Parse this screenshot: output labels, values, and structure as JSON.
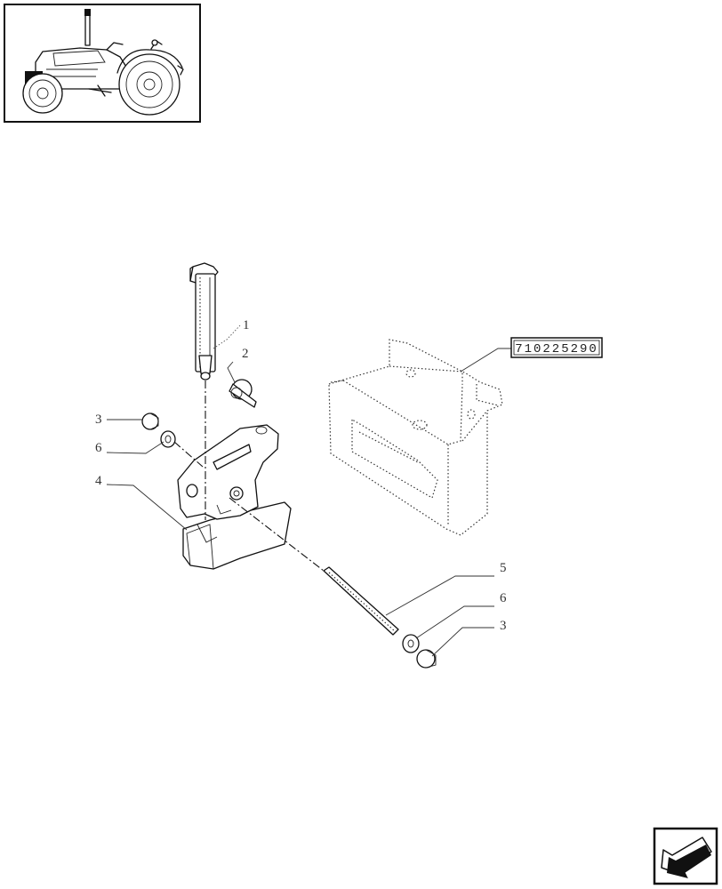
{
  "callouts": [
    {
      "id": "c1",
      "label": "1"
    },
    {
      "id": "c2",
      "label": "2"
    },
    {
      "id": "c3a",
      "label": "3"
    },
    {
      "id": "c6a",
      "label": "6"
    },
    {
      "id": "c4",
      "label": "4"
    },
    {
      "id": "c5",
      "label": "5"
    },
    {
      "id": "c6b",
      "label": "6"
    },
    {
      "id": "c3b",
      "label": "3"
    }
  ],
  "reference_part_number": "710225290",
  "icons": {
    "thumbnail": "tractor-thumbnail-icon",
    "navigation": "previous-page-arrow-icon"
  }
}
